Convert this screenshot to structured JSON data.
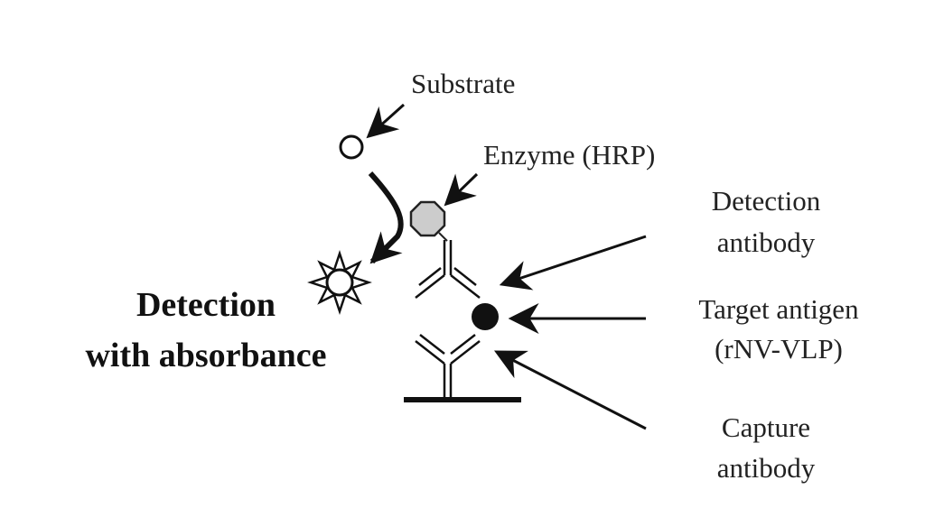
{
  "labels": {
    "substrate": "Substrate",
    "enzyme": "Enzyme (HRP)",
    "detection_antibody_1": "Detection",
    "detection_antibody_2": "antibody",
    "target_antigen_1": "Target antigen",
    "target_antigen_2": "(rNV-VLP)",
    "capture_antibody_1": "Capture",
    "capture_antibody_2": "antibody",
    "detection_1": "Detection",
    "detection_2": "with absorbance"
  },
  "colors": {
    "enzyme_fill": "#cccccc",
    "ink": "#111111"
  }
}
